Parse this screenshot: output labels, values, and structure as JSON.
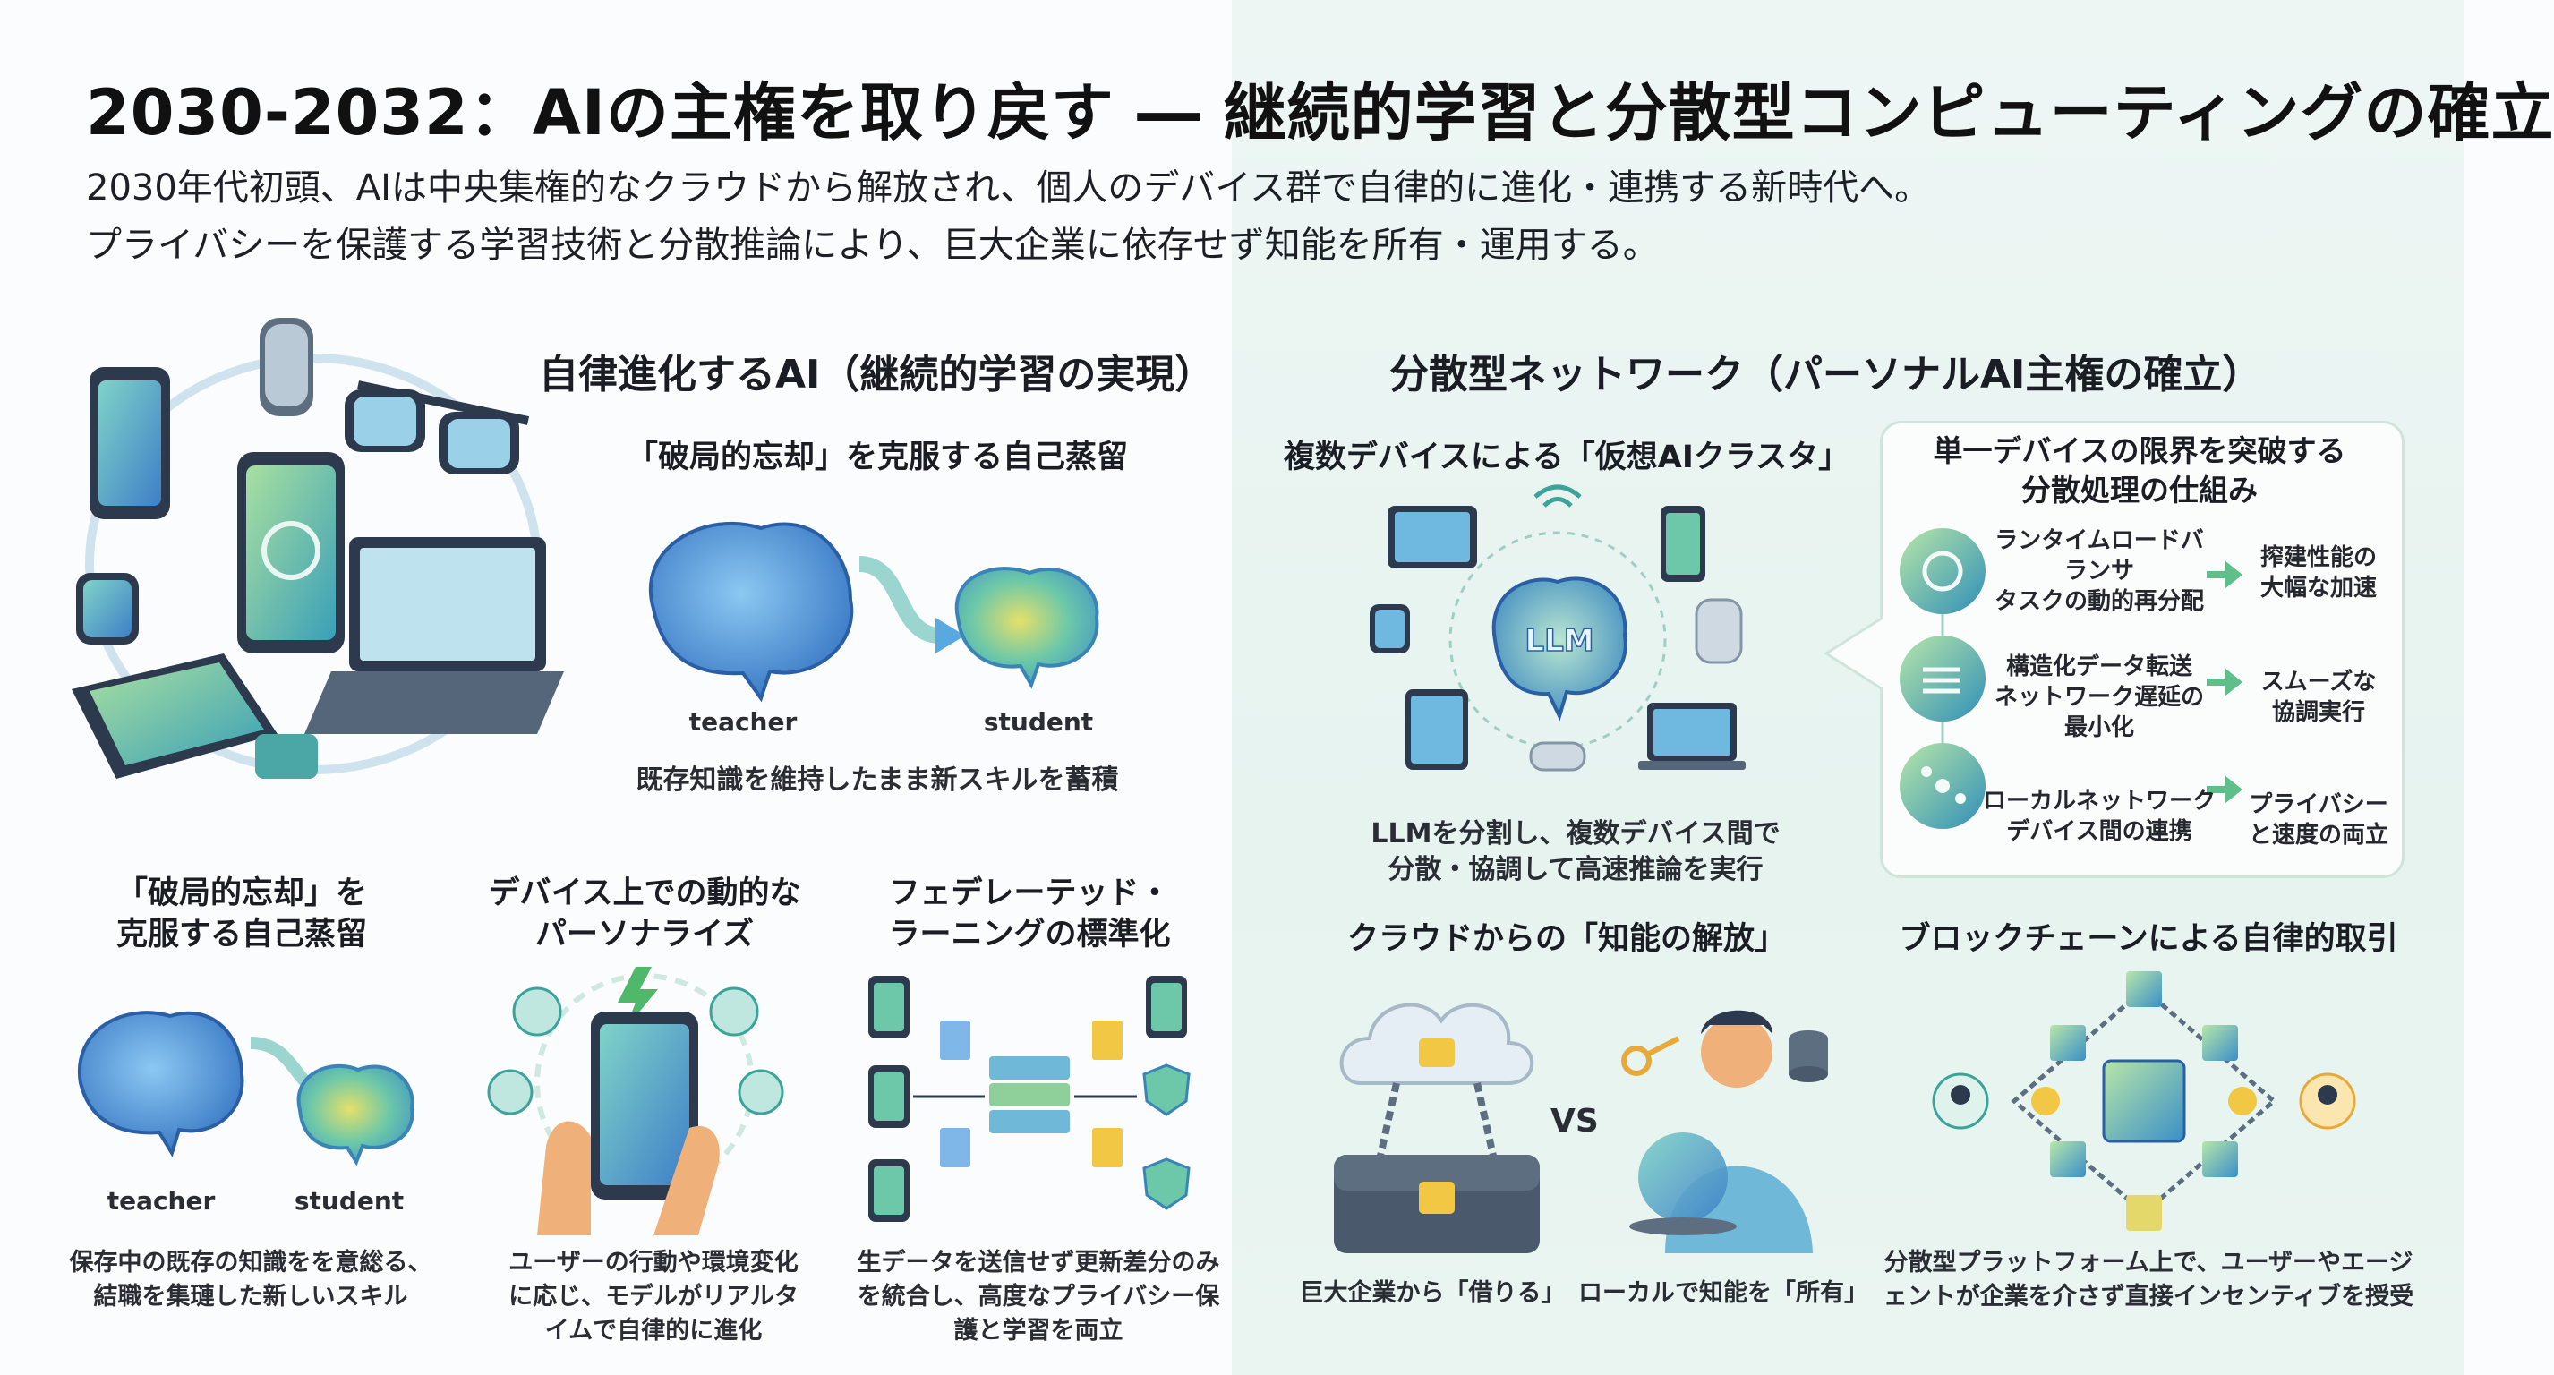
{
  "header": {
    "title": "2030-2032：AIの主権を取り戻す ― 継続的学習と分散型コンピューティングの確立",
    "subtitle_line1": "2030年代初頭、AIは中央集権的なクラウドから解放され、個人のデバイス群で自律的に進化・連携する新時代へ。",
    "subtitle_line2": "プライバシーを保護する学習技術と分散推論により、巨大企業に依存せず知能を所有・運用する。"
  },
  "left": {
    "heading": "自律進化するAI（継続的学習の実現）",
    "distill": {
      "title": "「破局的忘却」を克服する自己蒸留",
      "teacher": "teacher",
      "student": "student",
      "caption": "既存知識を維持したまま新スキルを蓄積"
    },
    "col1": {
      "title_line1": "「破局的忘却」を",
      "title_line2": "克服する自己蒸留",
      "teacher": "teacher",
      "student": "student",
      "caption_line1": "保存中の既存の知識をを意総る、",
      "caption_line2": "結職を集璉した新しいスキル"
    },
    "col2": {
      "title_line1": "デバイス上での動的な",
      "title_line2": "パーソナライズ",
      "caption_line1": "ユーザーの行動や環境変化",
      "caption_line2": "に応じ、モデルがリアルタ",
      "caption_line3": "イムで自律的に進化"
    },
    "col3": {
      "title_line1": "フェデレーテッド・",
      "title_line2": "ラーニングの標準化",
      "caption_line1": "生データを送信せず更新差分のみ",
      "caption_line2": "を統合し、高度なプライバシー保",
      "caption_line3": "護と学習を両立"
    }
  },
  "right": {
    "heading": "分散型ネットワーク（パーソナルAI主権の確立）",
    "cluster": {
      "title": "複数デバイスによる「仮想AIクラスタ」",
      "center_label": "LLM",
      "caption_line1": "LLMを分割し、複数デバイス間で",
      "caption_line2": "分散・協調して高速推論を実行"
    },
    "panel": {
      "title_line1": "単一デバイスの限界を突破する",
      "title_line2": "分散処理の仕組み",
      "rows": [
        {
          "text_line1": "ランタイムロードバ",
          "text_line2": "ランサ",
          "text_line3": "タスクの動的再分配",
          "result_line1": "搾建性能の",
          "result_line2": "大幅な加速"
        },
        {
          "text_line1": "構造化データ転送",
          "text_line2": "ネットワーク遅延の",
          "text_line3": "最小化",
          "result_line1": "スムーズな",
          "result_line2": "協調実行"
        },
        {
          "text_line1": "ローカルネットワーク",
          "text_line2": "デバイス間の連携",
          "text_line3": "",
          "result_line1": "プライバシー",
          "result_line2": "と速度の両立"
        }
      ]
    },
    "liberation": {
      "title": "クラウドからの「知能の解放」",
      "vs": "VS",
      "left_caption": "巨大企業から「借りる」",
      "right_caption": "ローカルで知能を「所有」"
    },
    "blockchain": {
      "title": "ブロックチェーンによる自律的取引",
      "caption_line1": "分散型プラットフォーム上で、ユーザーやエージ",
      "caption_line2": "ェントが企業を介さず直接インセンティブを授受"
    }
  },
  "colors": {
    "blue_dark": "#2f5f9e",
    "blue_mid": "#4f8fd4",
    "teal": "#3fb5a8",
    "green": "#7cc57a",
    "yellow": "#f2c744",
    "arrow_green": "#5fbf8a"
  }
}
